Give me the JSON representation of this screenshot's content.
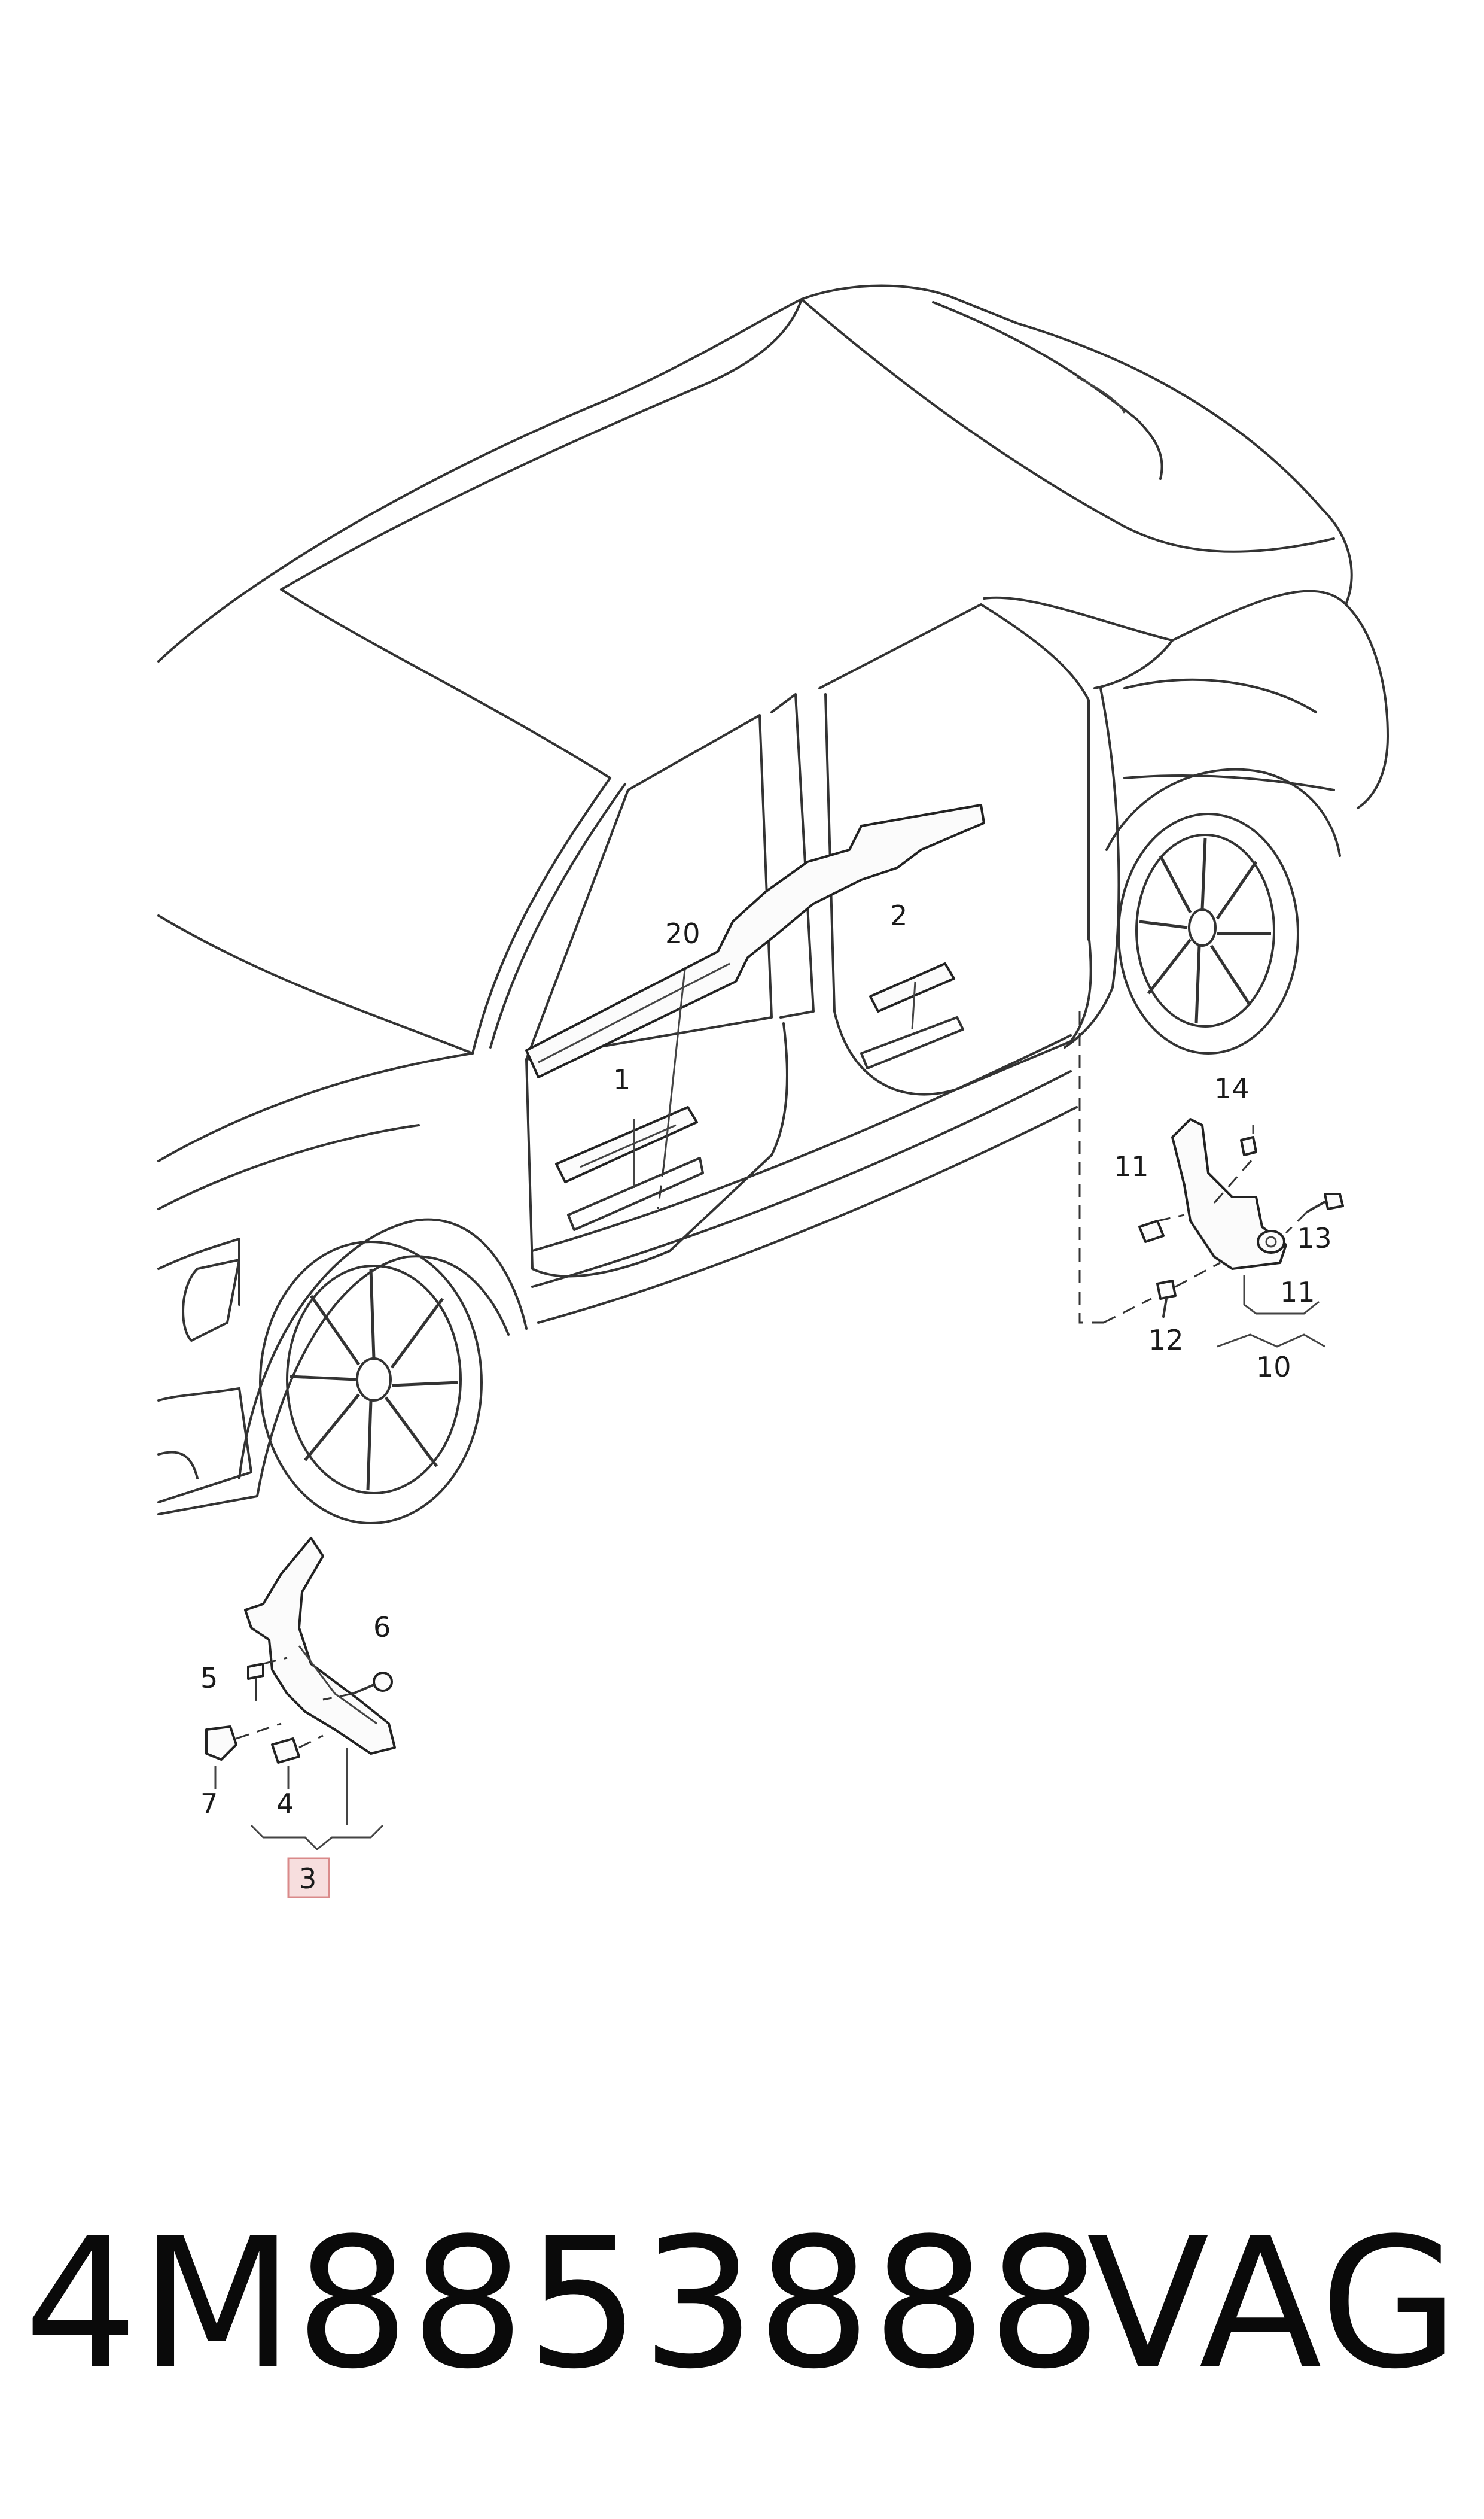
{
  "callouts": {
    "c20": "20",
    "c2": "2",
    "c1": "1",
    "c14": "14",
    "c11a": "11",
    "c13": "13",
    "c12": "12",
    "c11b": "11",
    "c10": "10",
    "c6": "6",
    "c5": "5",
    "c7": "7",
    "c4": "4",
    "c3": "3"
  },
  "part_number": "4M8853888",
  "brand": "VAG",
  "colors": {
    "highlight_fill": "#f7dede",
    "highlight_stroke": "#d98a8a",
    "line": "#333333"
  }
}
